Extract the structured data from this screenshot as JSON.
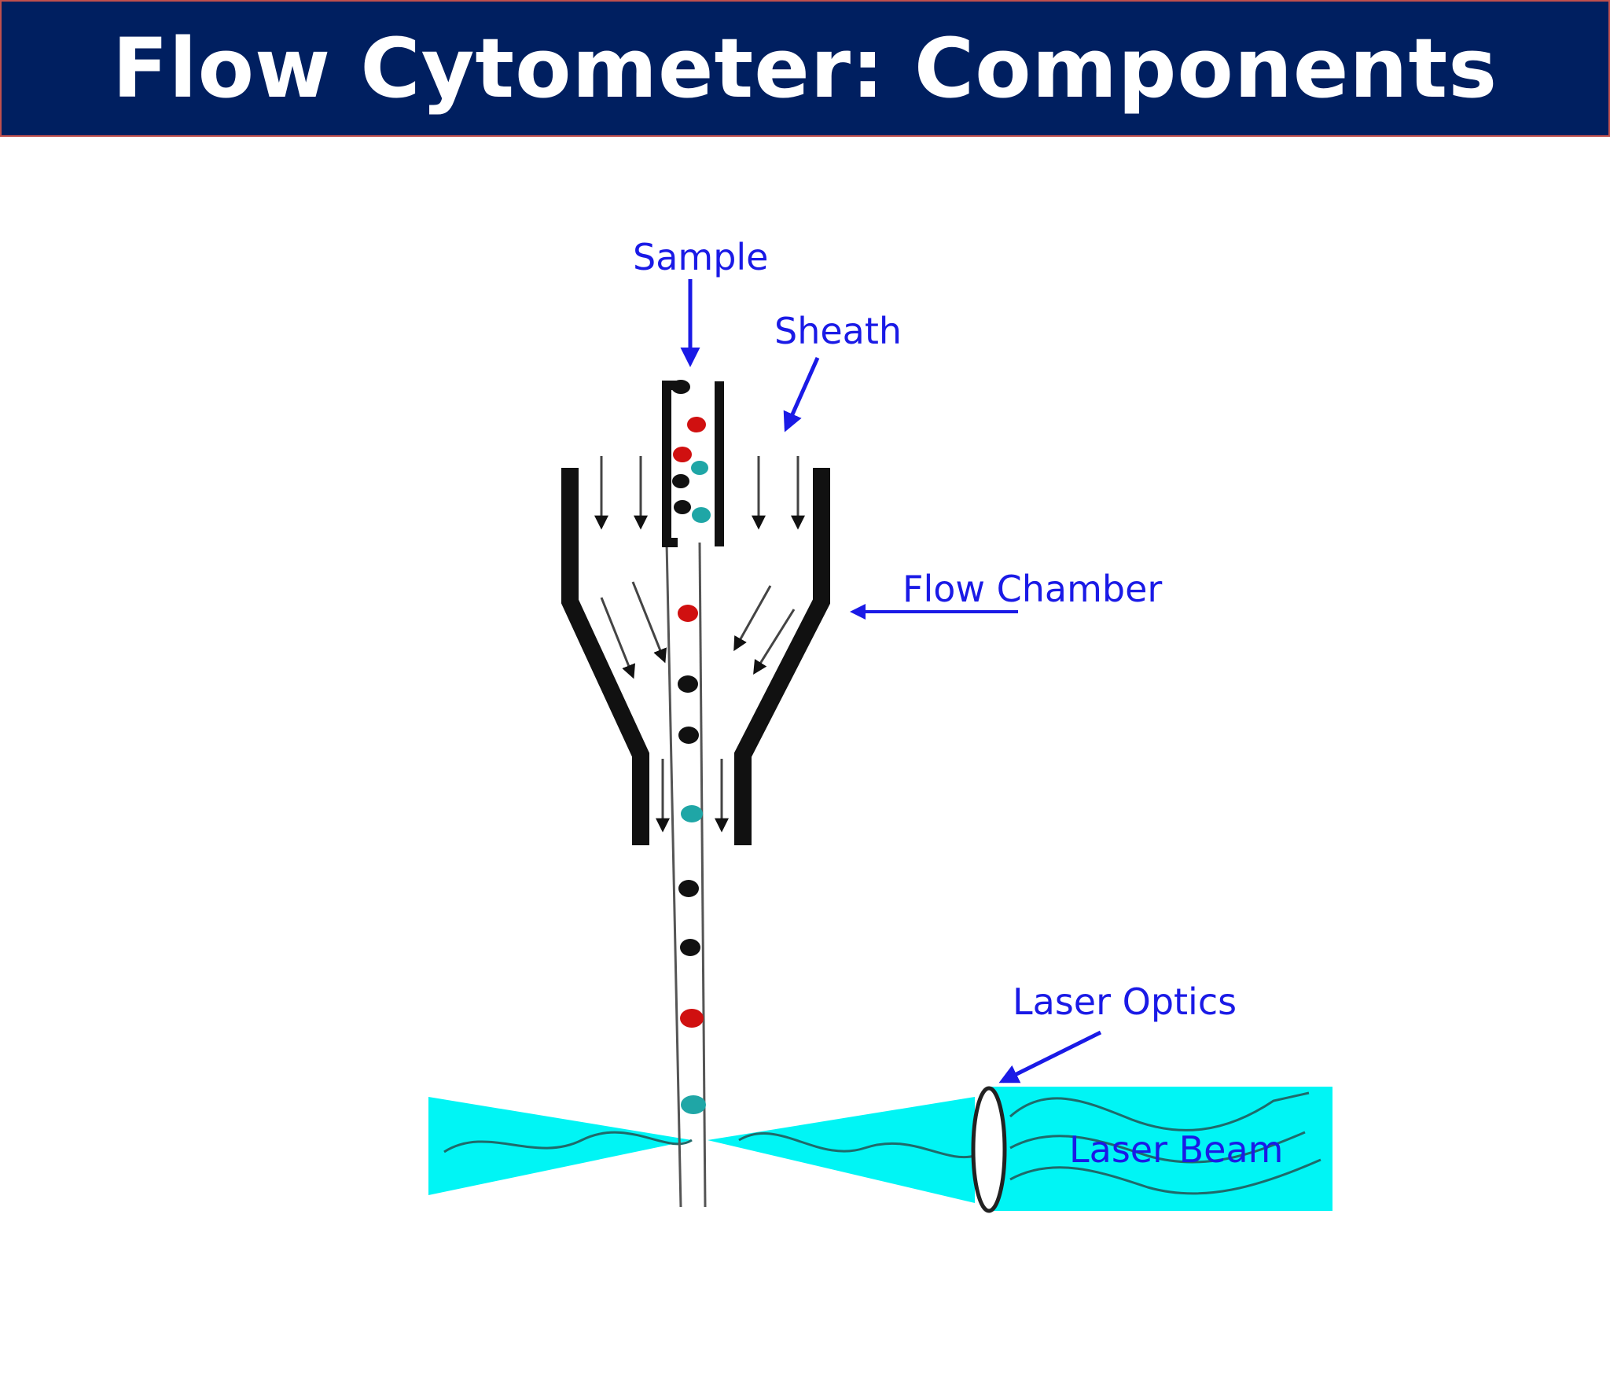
{
  "slide": {
    "title": "Flow Cytometer: Components"
  },
  "labels": {
    "sample": "Sample",
    "sheath": "Sheath",
    "flow_chamber": "Flow Chamber",
    "laser_optics": "Laser Optics",
    "laser_beam": "Laser Beam"
  },
  "colors": {
    "title_bg": "#001f60",
    "title_border": "#c0504d",
    "label_blue": "#1a1ae6",
    "beam_cyan": "#00f5f5",
    "cell_red": "#d01010",
    "cell_teal": "#1fa6a6",
    "cell_black": "#111111"
  }
}
